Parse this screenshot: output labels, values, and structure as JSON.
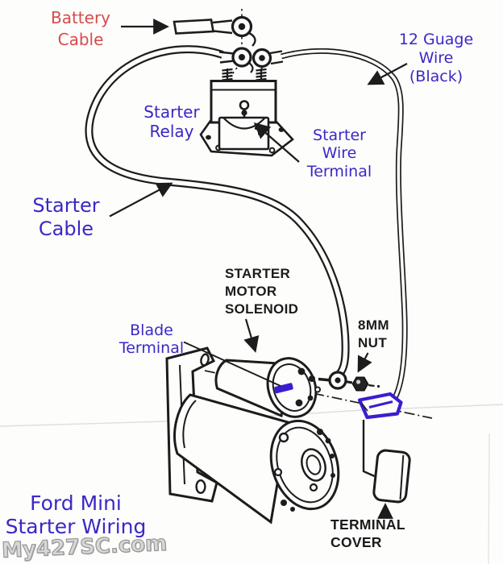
{
  "labels": {
    "battery_cable": {
      "lines": [
        "Battery",
        "Cable"
      ],
      "color": "#d84a4a"
    },
    "gauge_wire": {
      "lines": [
        "12 Guage",
        "Wire",
        "(Black)"
      ],
      "color": "#3a28c6"
    },
    "starter_relay": {
      "lines": [
        "Starter",
        "Relay"
      ],
      "color": "#3a28c6"
    },
    "starter_wire_terminal": {
      "lines": [
        "Starter",
        "Wire",
        "Terminal"
      ],
      "color": "#3a28c6"
    },
    "starter_cable": {
      "lines": [
        "Starter",
        "Cable"
      ],
      "color": "#3a28c6"
    },
    "starter_motor_solenoid": {
      "lines": [
        "STARTER",
        "MOTOR",
        "SOLENOID"
      ],
      "color": "#1b1b1b"
    },
    "blade_terminal": {
      "lines": [
        "Blade",
        "Terminal"
      ],
      "color": "#3a28c6"
    },
    "nut_8mm": {
      "lines": [
        "8MM",
        "NUT"
      ],
      "color": "#1b1b1b"
    },
    "terminal_cover": {
      "lines": [
        "TERMINAL",
        "COVER"
      ],
      "color": "#1b1b1b"
    }
  },
  "title": {
    "lines": [
      "Ford Mini",
      "Starter Wiring"
    ],
    "color": "#3a28c6"
  },
  "watermark": {
    "text": "My427SC.com",
    "color": "#d8d8d8"
  },
  "colors": {
    "label_blue": "#3a28c6",
    "label_red": "#d84a4a",
    "label_black": "#1b1b1b",
    "line_art": "#1c1c1c",
    "highlight_blue": "#3a1dd1",
    "background": "#fdfdfc"
  }
}
